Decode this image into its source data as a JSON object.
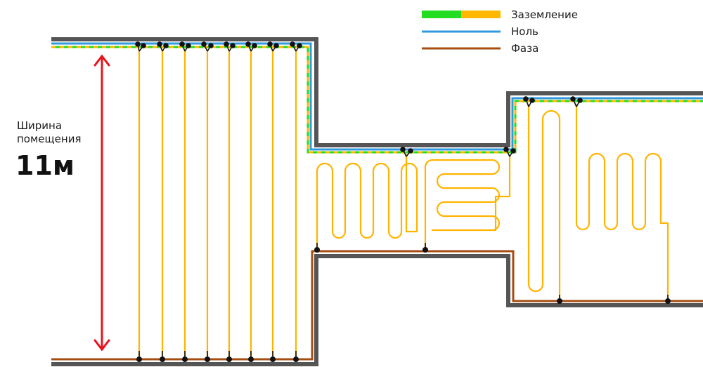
{
  "legend": {
    "ground_label": "Заземление",
    "neutral_label": "Ноль",
    "phase_label": "Фаза"
  },
  "room_width": {
    "label_line1": "Ширина",
    "label_line2": "помещения",
    "value": "11м"
  },
  "colors": {
    "wall": "#555555",
    "ground_green": "#22dd22",
    "ground_yellow": "#ffb800",
    "neutral": "#3399dd",
    "phase": "#a54d10",
    "cable": "#ffb400",
    "arrow": "#e8141c",
    "connector": "#111111"
  }
}
